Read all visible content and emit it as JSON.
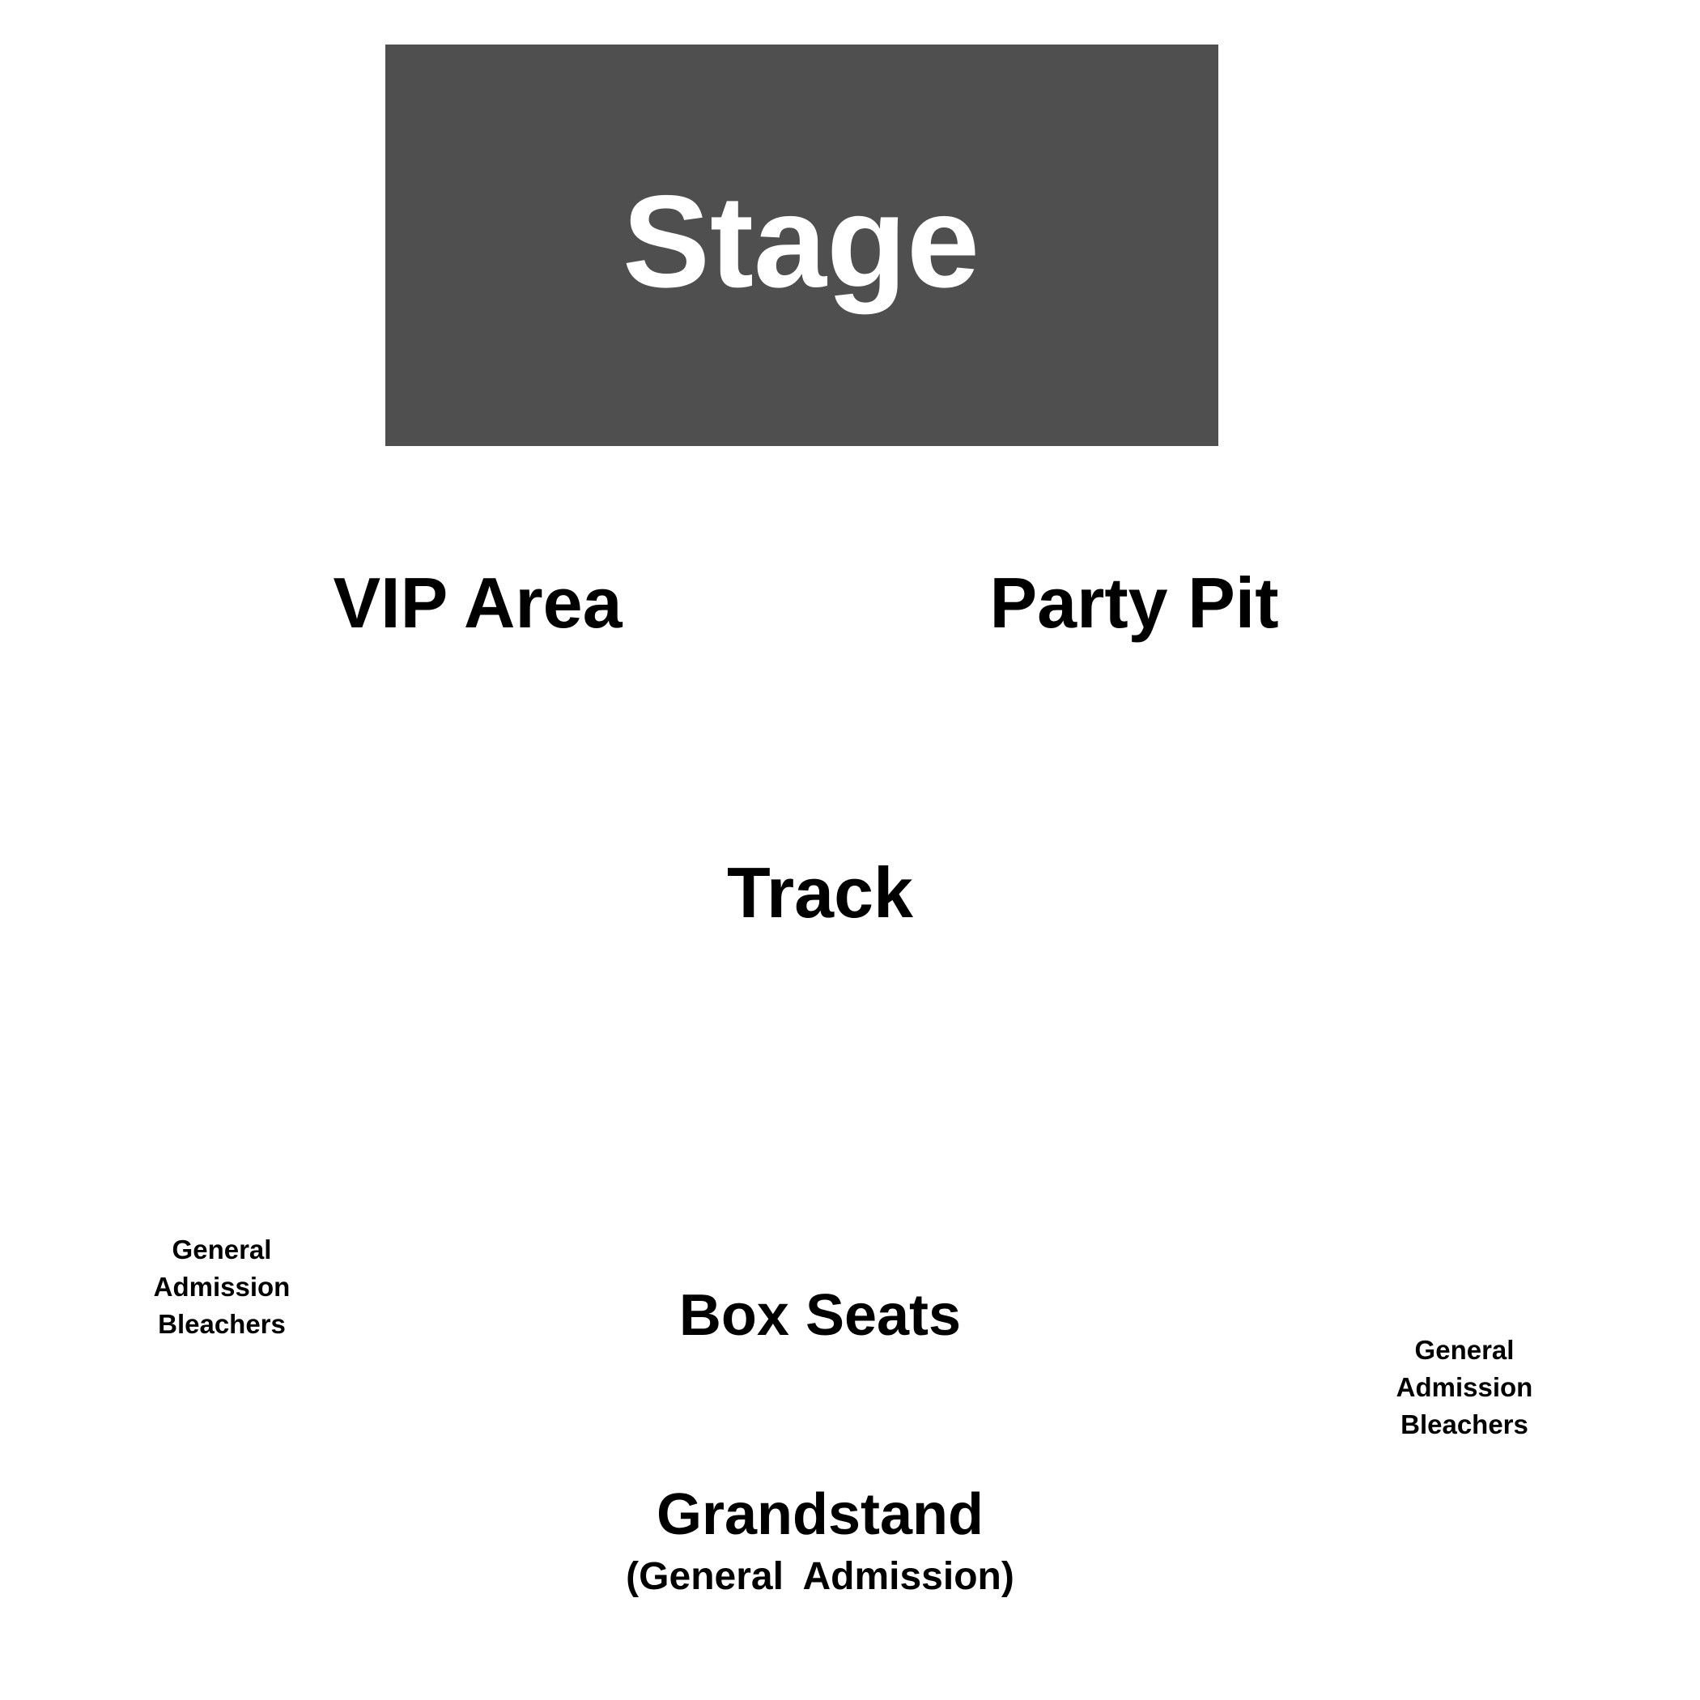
{
  "map": {
    "stage": {
      "label": "Stage",
      "color": "#4f4f4f"
    },
    "vip_area": {
      "label": "VIP Area"
    },
    "party_pit": {
      "label": "Party Pit"
    },
    "track": {
      "label": "Track"
    },
    "box_seats": {
      "label": "Box Seats"
    },
    "grandstand": {
      "label": "Grandstand",
      "sublabel": "(General Admission)"
    },
    "bleachers_left": {
      "label": "General Admission Bleachers"
    },
    "bleachers_right": {
      "label": "General Admission Bleachers"
    }
  }
}
